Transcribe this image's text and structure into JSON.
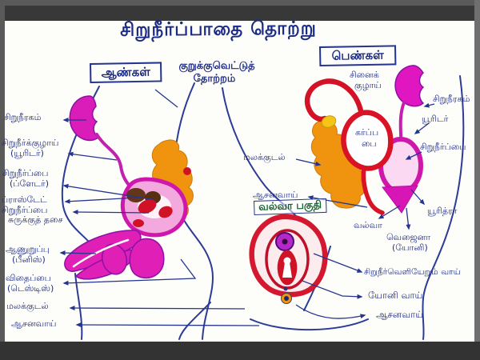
{
  "title": "சிறுநீர்ப்பாதை தொற்று",
  "subtitle": {
    "line1": "குறுக்குவெட்டுத்",
    "line2": "தோற்றம்"
  },
  "male": {
    "heading": "ஆண்கள்",
    "labels": {
      "kidney": "சிறுநீரகம்",
      "ureter": "சிறுநீர்க்குழாய்",
      "ureter_en": "(யூரிடர்)",
      "bladder": "சிறுநீர்ப்பை",
      "bladder_en": "(ப்ளேடர்)",
      "prostate": "ப்ராஸ்டேட்",
      "sphincter": "சிறுநீர்ப்பை",
      "sphincter2": "சுருக்குத் தசை",
      "penis": "ஆணுறுப்பு",
      "penis_en": "(பீனிஸ்)",
      "testis": "விதைப்பை",
      "testis_en": "(டெஸ்டிஸ்)",
      "rectum": "மலக்குடல்",
      "anus": "ஆசனவாய்"
    }
  },
  "middle": {
    "rectum": "மலக்குடல்",
    "anus": "ஆசனவாய்",
    "vulva_region": "வல்வா பகுதி"
  },
  "female": {
    "heading": "பெண்கள்",
    "labels": {
      "fallopian": "சினைக்",
      "fallopian2": "குழாய்",
      "uterus": "கர்ப்ப",
      "uterus2": "பை",
      "kidney": "சிறுநீரகம்",
      "ureter": "யூரிடர்",
      "bladder": "சிறுநீர்ப்பை",
      "urethra": "யூரித்ரா",
      "vulva": "வல்வா",
      "vagina": "வெஜைனா",
      "vagina_en": "(யோனி)",
      "urinary_opening": "சிறுநீர்வெளியேறும் வாய்",
      "vaginal_opening": "யோனி வாய்",
      "anus": "ஆசனவாய்"
    }
  },
  "colors": {
    "ink": "#25348f",
    "organ_magenta": "#da1cb9",
    "organ_red": "#d21226",
    "organ_orange": "#f0930f",
    "organ_brown": "#63351a",
    "organ_purple": "#b428c8",
    "organ_yellow": "#f5c513",
    "vulva_label_green": "#156032",
    "frame_dark": "#383838",
    "frame_gray": "#5a5a5a"
  }
}
